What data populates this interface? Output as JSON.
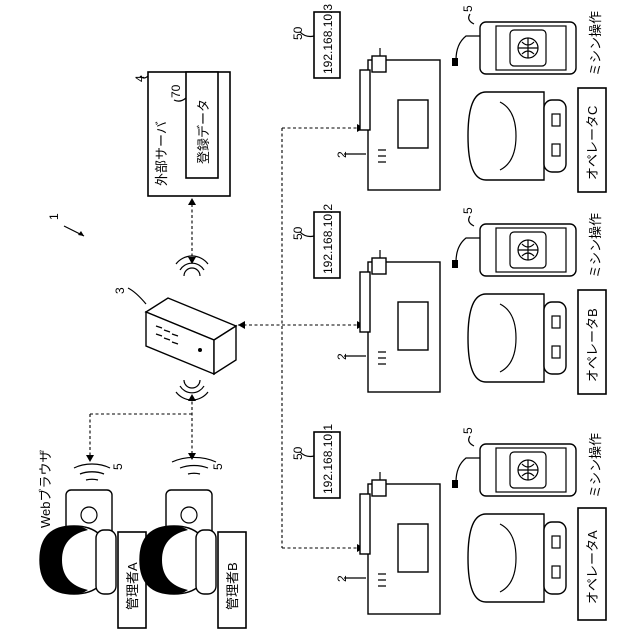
{
  "figure": {
    "ref_system": "1",
    "server": {
      "ref": "4",
      "title": "外部サーバ",
      "data_ref": "70",
      "data_label": "登録データ"
    },
    "router": {
      "ref": "3"
    },
    "machines": [
      {
        "ref": "2",
        "ip_ref": "50",
        "ip": "192.168.10.3",
        "device_ref": "5",
        "device_caption": "ミシン操作",
        "operator": "オペレータC"
      },
      {
        "ref": "2",
        "ip_ref": "50",
        "ip": "192.168.10.2",
        "device_ref": "5",
        "device_caption": "ミシン操作",
        "operator": "オペレータB"
      },
      {
        "ref": "2",
        "ip_ref": "50",
        "ip": "192.168.10.1",
        "device_ref": "5",
        "device_caption": "ミシン操作",
        "operator": "オペレータA"
      }
    ],
    "managers": [
      {
        "label": "管理者A",
        "device_ref": "5"
      },
      {
        "label": "管理者B",
        "device_ref": "5"
      }
    ],
    "browser_caption": "Webブラウザ"
  }
}
